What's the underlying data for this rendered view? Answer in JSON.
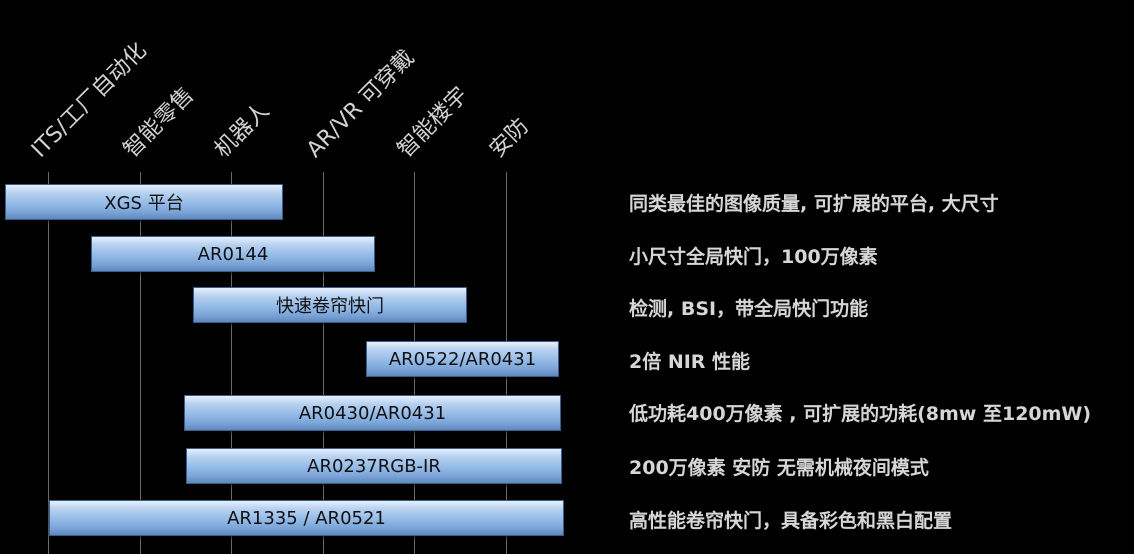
{
  "categories": [
    {
      "key": "its",
      "label": "ITS/工厂自动化"
    },
    {
      "key": "retail",
      "label": "智能零售"
    },
    {
      "key": "robot",
      "label": "机器人"
    },
    {
      "key": "arvr",
      "label": "AR/VR 可穿戴"
    },
    {
      "key": "building",
      "label": "智能楼宇"
    },
    {
      "key": "security",
      "label": "安防"
    }
  ],
  "products": [
    {
      "label": "XGS 平台",
      "description": "同类最佳的图像质量, 可扩展的平台, 大尺寸"
    },
    {
      "label": "AR0144",
      "description": "小尺寸全局快门，100万像素"
    },
    {
      "label": "快速卷帘快门",
      "description": "检测, BSI，带全局快门功能"
    },
    {
      "label": "AR0522/AR0431",
      "description": "2倍 NIR 性能"
    },
    {
      "label": "AR0430/AR0431",
      "description": "低功耗400万像素 , 可扩展的功耗(8mw 至120mW)"
    },
    {
      "label": "AR0237RGB-IR",
      "description": "200万像素 安防 无需机械夜间模式"
    },
    {
      "label": "AR1335 / AR0521",
      "description": "高性能卷帘快门，具备彩色和黑白配置"
    }
  ]
}
